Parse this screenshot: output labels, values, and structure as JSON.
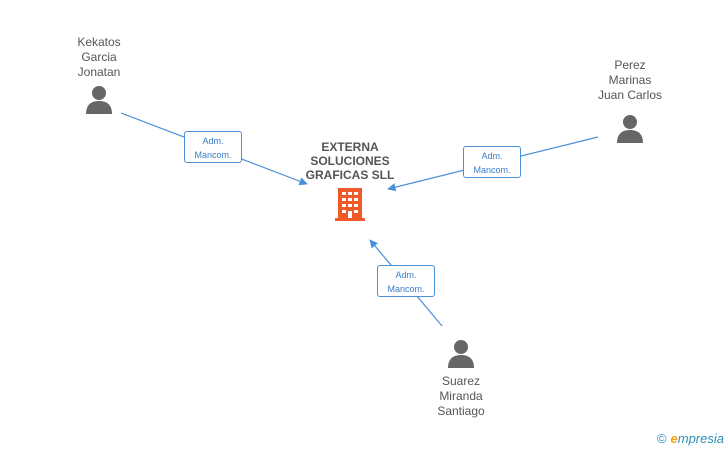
{
  "company": {
    "name": "EXTERNA\nSOLUCIONES\nGRAFICAS SLL",
    "icon": "building-icon",
    "color": "#f05a28"
  },
  "people": [
    {
      "name": "Kekatos\nGarcia\nJonatan",
      "role_line1": "Adm.",
      "role_line2": "Mancom.",
      "icon": "person-icon"
    },
    {
      "name": "Perez\nMarinas\nJuan Carlos",
      "role_line1": "Adm.",
      "role_line2": "Mancom.",
      "icon": "person-icon"
    },
    {
      "name": "Suarez\nMiranda\nSantiago",
      "role_line1": "Adm.",
      "role_line2": "Mancom.",
      "icon": "person-icon"
    }
  ],
  "footer": {
    "copyright": "©",
    "brand_initial": "e",
    "brand_rest": "mpresia"
  },
  "colors": {
    "edge": "#4a90d9",
    "person": "#666666",
    "text": "#555555"
  }
}
